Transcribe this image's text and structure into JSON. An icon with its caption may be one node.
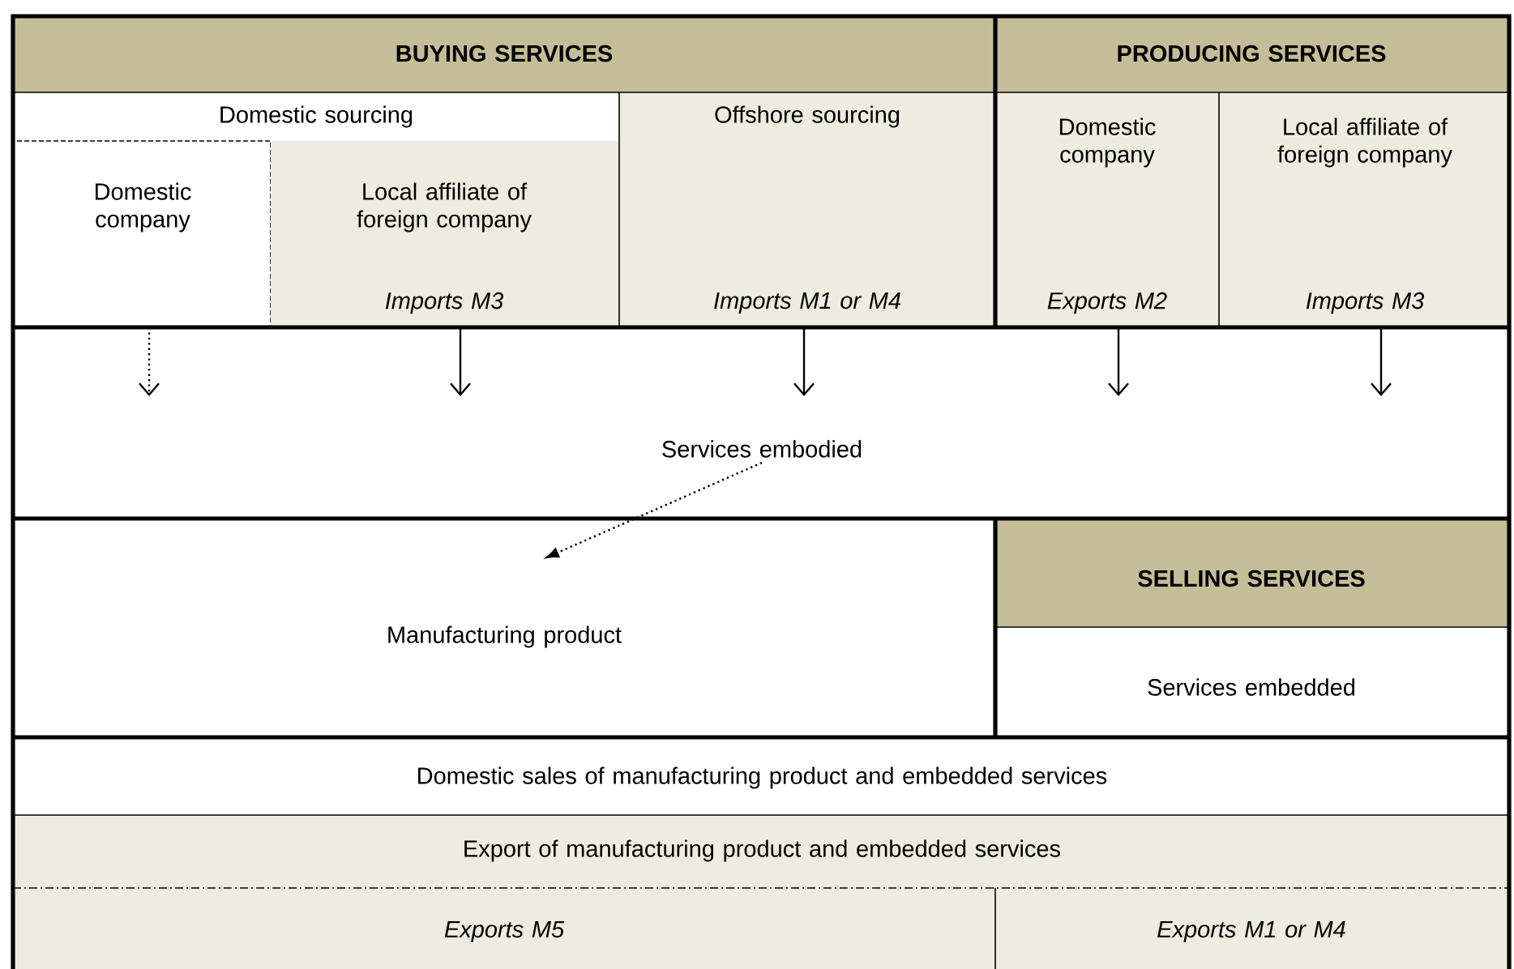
{
  "diagram": {
    "nodes": [
      {
        "text": [
          "BUYING SERVICES"
        ]
      },
      {
        "text": [
          "PRODUCING SERVICES"
        ]
      },
      {
        "text": [
          "Domestic sourcing"
        ]
      },
      {
        "text": [
          "Domestic company"
        ]
      },
      {
        "text": [
          "Local affiliate of foreign company",
          "Imports M3"
        ]
      },
      {
        "text": [
          "Offshore sourcing",
          "Imports M1 or M4"
        ]
      },
      {
        "text": [
          "Domestic company",
          "Exports M2"
        ]
      },
      {
        "text": [
          "Local affiliate of foreign company",
          "Imports M3"
        ]
      },
      {
        "text": [
          "Services embodied"
        ]
      },
      {
        "text": [
          "Manufacturing product"
        ]
      },
      {
        "text": [
          "SELLING SERVICES"
        ]
      },
      {
        "text": [
          "Services embedded"
        ]
      },
      {
        "text": [
          "Domestic sales of manufacturing product and embedded services"
        ]
      },
      {
        "text": [
          "Export of manufacturing product and embedded services"
        ]
      },
      {
        "text": [
          "Exports M5"
        ]
      },
      {
        "text": [
          "Exports M1 or M4"
        ]
      }
    ],
    "edges": [
      {
        "from": 3,
        "to": null,
        "arrow": "to",
        "style": "dashed"
      },
      {
        "from": 4,
        "to": null,
        "arrow": "to"
      },
      {
        "from": 5,
        "to": null,
        "arrow": "to"
      },
      {
        "from": 6,
        "to": null,
        "arrow": "to"
      },
      {
        "from": 7,
        "to": null,
        "arrow": "to"
      },
      {
        "from": 8,
        "to": 9,
        "arrow": "to",
        "style": "dashed"
      }
    ]
  }
}
